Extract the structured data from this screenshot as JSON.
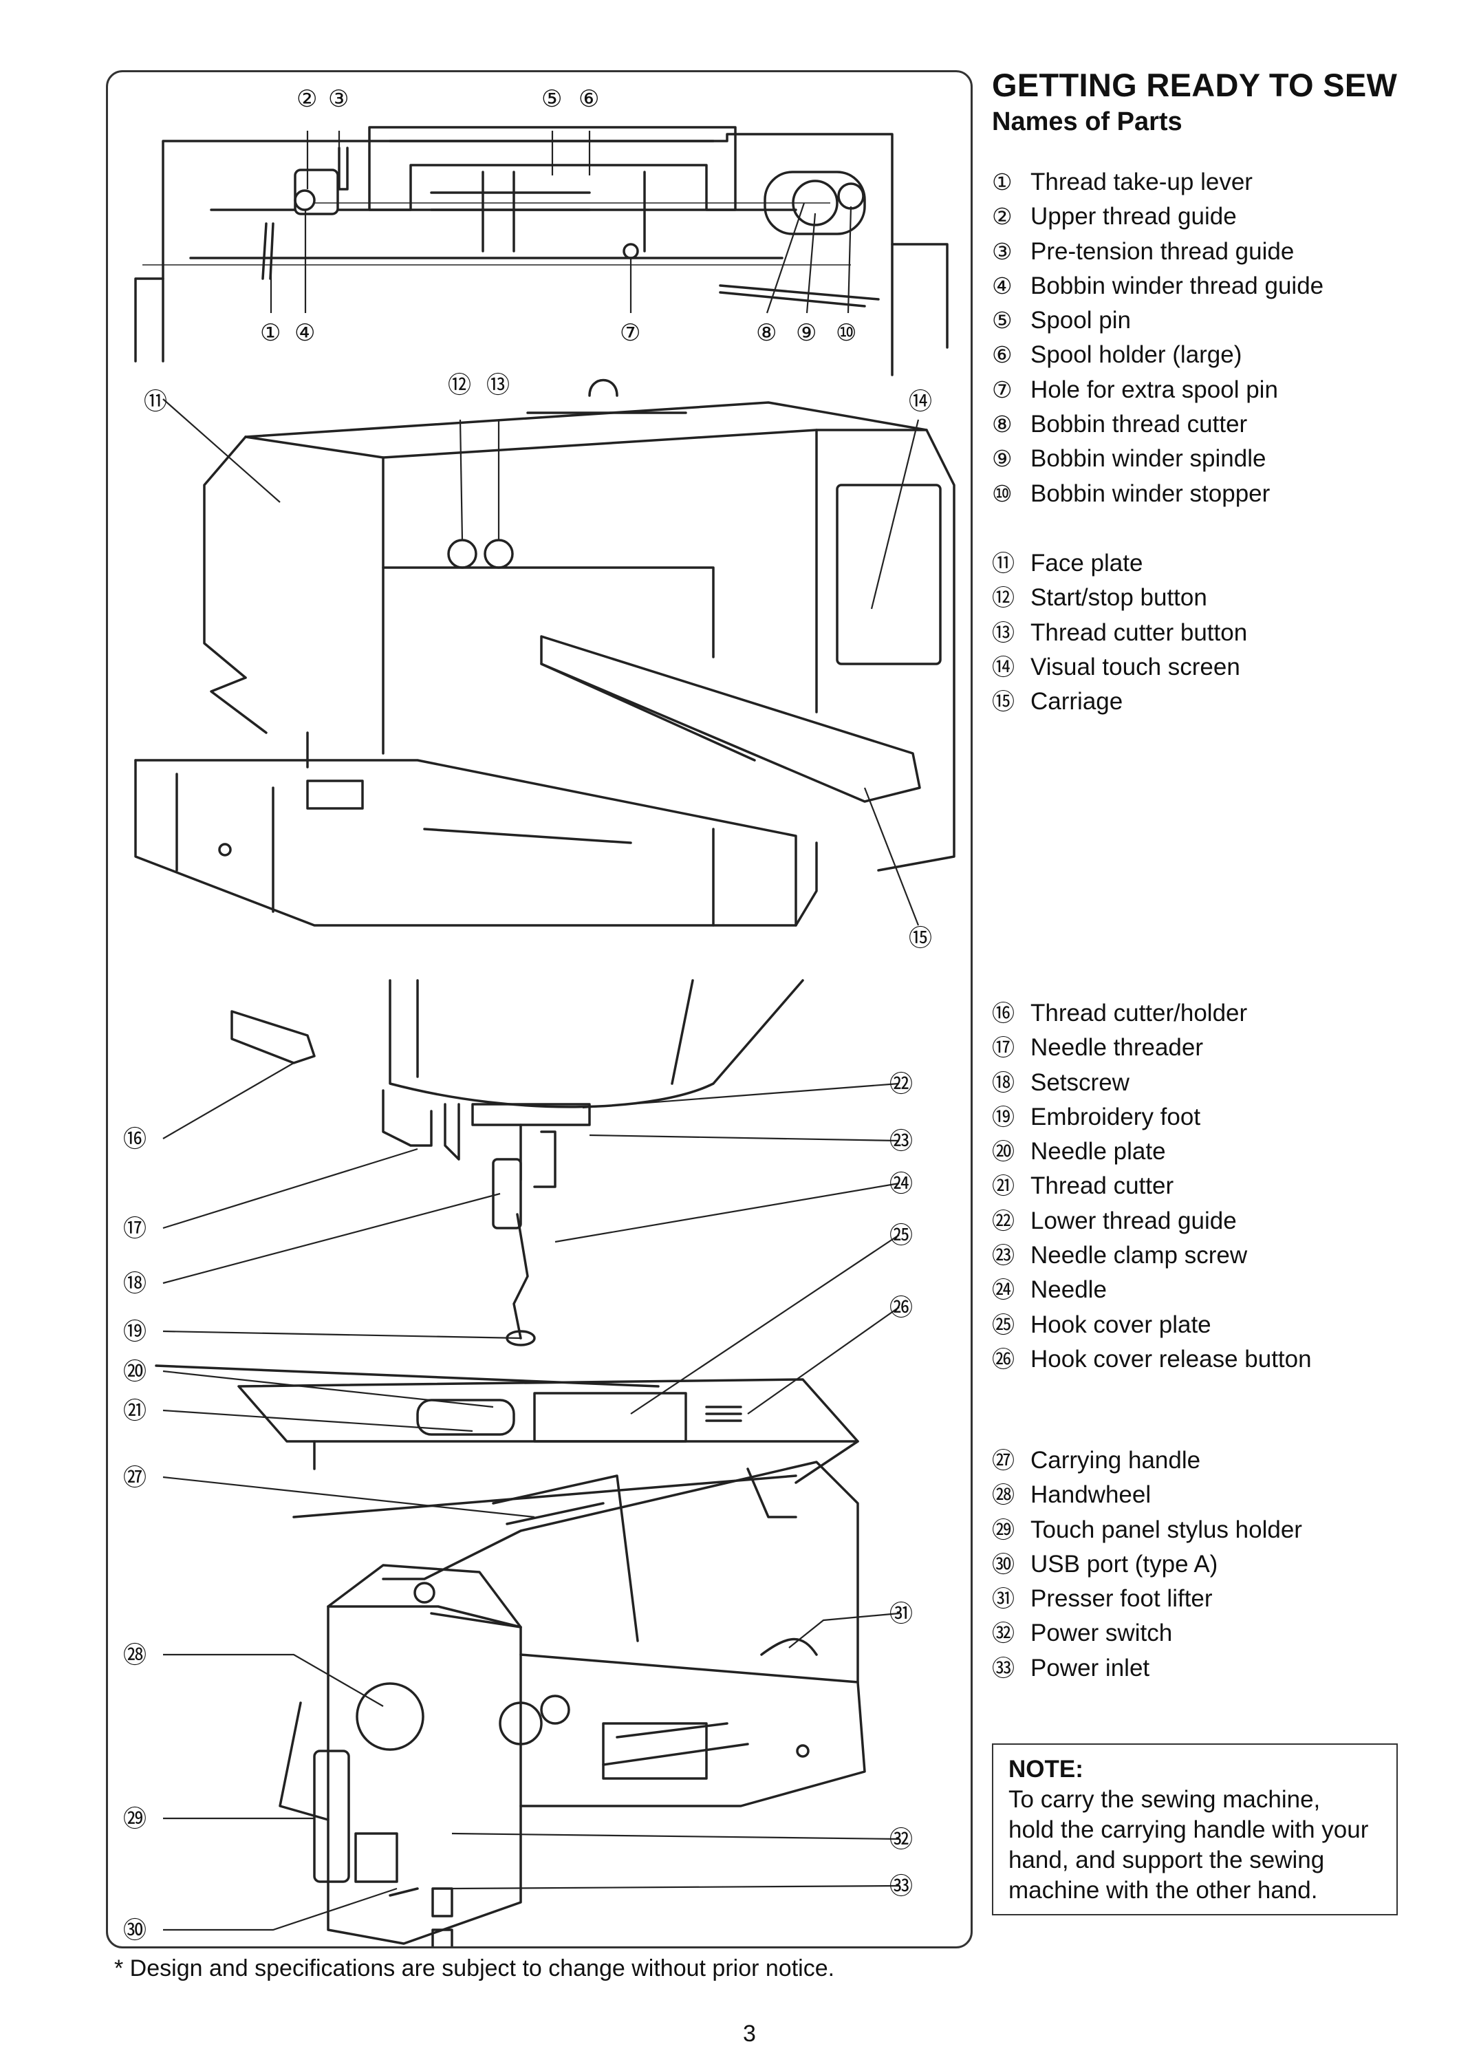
{
  "heading": {
    "title": "GETTING READY TO SEW",
    "subtitle": "Names of Parts"
  },
  "parts_group_1": [
    {
      "num": "①",
      "label": "Thread take-up lever"
    },
    {
      "num": "②",
      "label": "Upper thread guide"
    },
    {
      "num": "③",
      "label": "Pre-tension thread guide"
    },
    {
      "num": "④",
      "label": "Bobbin winder thread guide"
    },
    {
      "num": "⑤",
      "label": "Spool pin"
    },
    {
      "num": "⑥",
      "label": "Spool holder (large)"
    },
    {
      "num": "⑦",
      "label": "Hole for extra spool pin"
    },
    {
      "num": "⑧",
      "label": "Bobbin thread cutter"
    },
    {
      "num": "⑨",
      "label": "Bobbin winder spindle"
    },
    {
      "num": "⑩",
      "label": "Bobbin winder stopper"
    }
  ],
  "parts_group_2": [
    {
      "num": "⑪",
      "label": "Face plate"
    },
    {
      "num": "⑫",
      "label": "Start/stop button"
    },
    {
      "num": "⑬",
      "label": "Thread cutter button"
    },
    {
      "num": "⑭",
      "label": "Visual touch screen"
    },
    {
      "num": "⑮",
      "label": "Carriage"
    }
  ],
  "parts_group_3": [
    {
      "num": "⑯",
      "label": "Thread cutter/holder"
    },
    {
      "num": "⑰",
      "label": "Needle threader"
    },
    {
      "num": "⑱",
      "label": "Setscrew"
    },
    {
      "num": "⑲",
      "label": "Embroidery foot"
    },
    {
      "num": "⑳",
      "label": "Needle plate"
    },
    {
      "num": "㉑",
      "label": "Thread cutter"
    },
    {
      "num": "㉒",
      "label": "Lower thread guide"
    },
    {
      "num": "㉓",
      "label": "Needle clamp screw"
    },
    {
      "num": "㉔",
      "label": "Needle"
    },
    {
      "num": "㉕",
      "label": "Hook cover plate"
    },
    {
      "num": "㉖",
      "label": "Hook cover release button"
    }
  ],
  "parts_group_4": [
    {
      "num": "㉗",
      "label": "Carrying handle"
    },
    {
      "num": "㉘",
      "label": "Handwheel"
    },
    {
      "num": "㉙",
      "label": "Touch panel stylus holder"
    },
    {
      "num": "㉚",
      "label": "USB port (type A)"
    },
    {
      "num": "㉛",
      "label": "Presser foot lifter"
    },
    {
      "num": "㉜",
      "label": "Power switch"
    },
    {
      "num": "㉝",
      "label": "Power inlet"
    }
  ],
  "note": {
    "title": "NOTE:",
    "lines": [
      "To carry the sewing machine,",
      "hold the carrying handle with your",
      "hand, and support the sewing",
      "machine with the other hand."
    ]
  },
  "footnote": "* Design and specifications are subject to change without prior notice.",
  "page_number": "3",
  "diagram_callouts": {
    "c1": "①",
    "c2": "②",
    "c3": "③",
    "c4": "④",
    "c5": "⑤",
    "c6": "⑥",
    "c7": "⑦",
    "c8": "⑧",
    "c9": "⑨",
    "c10": "⑩",
    "c11": "⑪",
    "c12": "⑫",
    "c13": "⑬",
    "c14": "⑭",
    "c15": "⑮",
    "c16": "⑯",
    "c17": "⑰",
    "c18": "⑱",
    "c19": "⑲",
    "c20": "⑳",
    "c21": "㉑",
    "c22": "㉒",
    "c23": "㉓",
    "c24": "㉔",
    "c25": "㉕",
    "c26": "㉖",
    "c27": "㉗",
    "c28": "㉘",
    "c29": "㉙",
    "c30": "㉚",
    "c31": "㉛",
    "c32": "㉜",
    "c33": "㉝"
  }
}
